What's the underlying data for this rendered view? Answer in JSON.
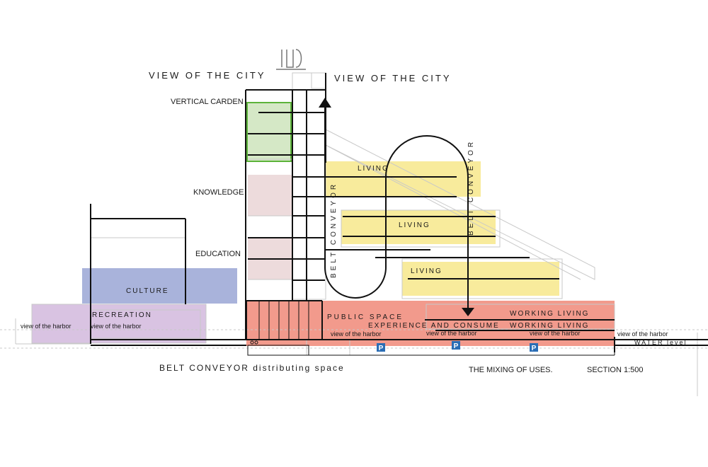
{
  "labels": {
    "view_city_left": "VIEW OF THE CITY",
    "view_city_right": "VIEW OF THE CITY",
    "vertical_garden": "VERTICAL CARDEN",
    "knowledge": "KNOWLEDGE",
    "education": "EDUCATION",
    "culture": "CULTURE",
    "recreation": "RECREATION",
    "living_1": "LIVING",
    "living_2": "LIVING",
    "living_3": "LIVING",
    "belt_conveyor_left": "BELT CONVEYOR",
    "belt_conveyor_right": "BELT CONVEYOR",
    "public_space": "PUBLIC SPACE",
    "experience_consume": "EXPERIENCE AND CONSUME",
    "working_living_1": "WORKING LIVING",
    "working_living_2": "WORKING LIVING",
    "view_harbor_1": "view  of the harbor",
    "view_harbor_2": "view  of the harbor",
    "view_harbor_3": "view  of the harbor",
    "view_harbor_4": "view  of the harbor",
    "view_harbor_5": "view  of the harbor",
    "view_harbor_6": "view  of the harbor",
    "water_level": "WATER level",
    "parking": "P",
    "belt_distributing": "BELT CONVEYOR  distributing space",
    "mixing": "THE MIXING OF USES.",
    "section": "SECTION 1:500"
  },
  "colors": {
    "garden": "#d5e8c6",
    "garden_border": "#5cb33a",
    "knowledge_education": "#eddbdc",
    "culture": "#a9b3db",
    "recreation": "#d7c0e0",
    "living": "#f8eb9c",
    "public": "#f29a8c",
    "parking": "#2a6db5",
    "line": "#111111",
    "guide": "#c8c8c8"
  }
}
